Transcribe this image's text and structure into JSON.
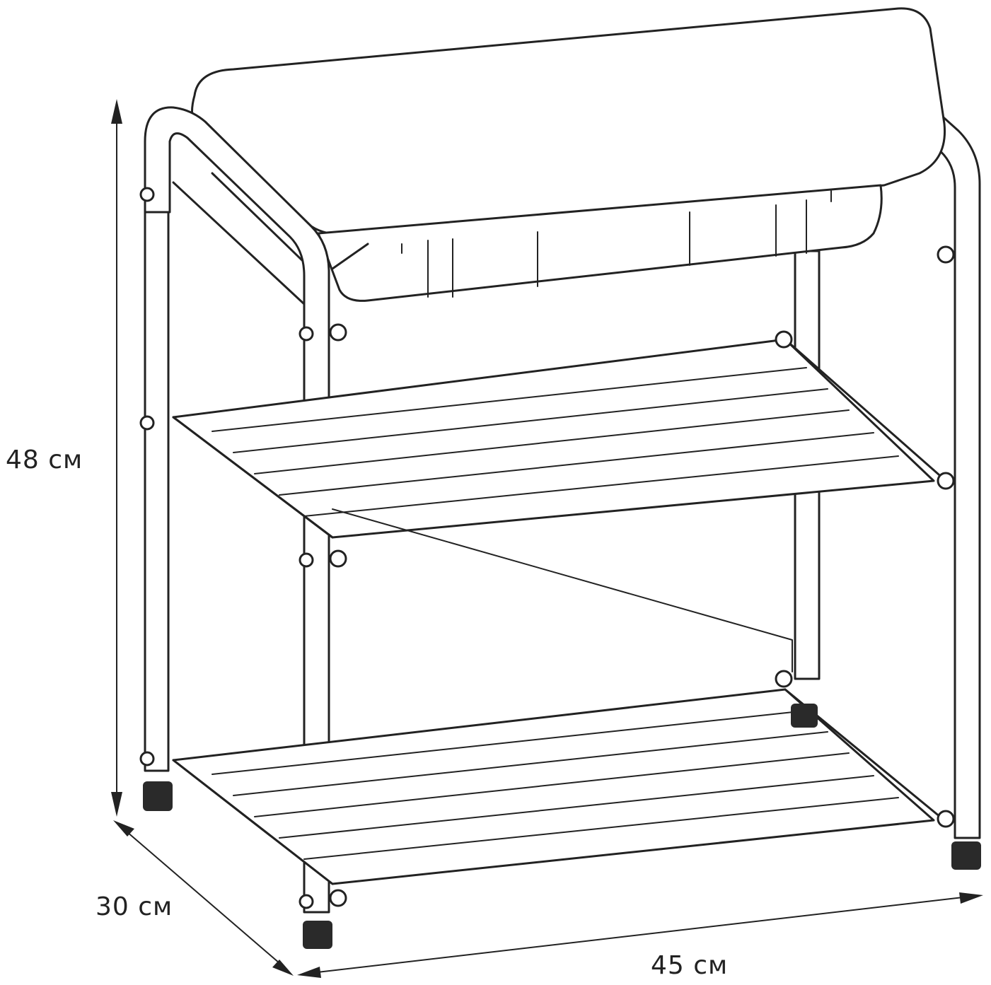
{
  "dimensions": {
    "height_label": "48 см",
    "depth_label": "30 см",
    "width_label": "45 см"
  }
}
